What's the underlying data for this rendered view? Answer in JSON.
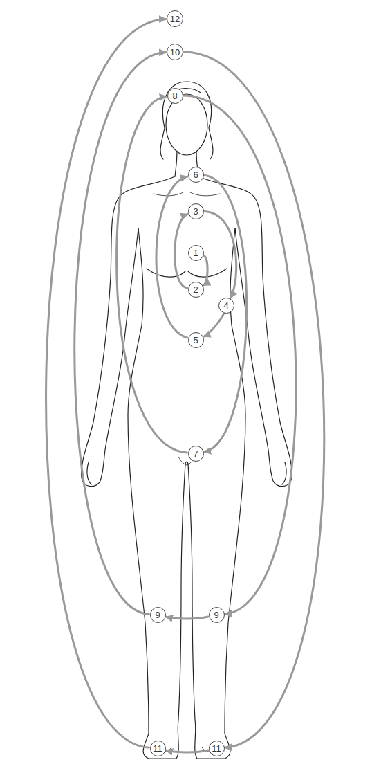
{
  "diagram": {
    "nodes": [
      {
        "text": [
          "12"
        ]
      },
      {
        "text": [
          "10"
        ]
      },
      {
        "text": [
          "8"
        ]
      },
      {
        "text": [
          "6"
        ]
      },
      {
        "text": [
          "3"
        ]
      },
      {
        "text": [
          "1"
        ]
      },
      {
        "text": [
          "2"
        ]
      },
      {
        "text": [
          "4"
        ]
      },
      {
        "text": [
          "5"
        ]
      },
      {
        "text": [
          "7"
        ]
      },
      {
        "text": [
          "9"
        ]
      },
      {
        "text": [
          "9"
        ]
      },
      {
        "text": [
          "11"
        ]
      },
      {
        "text": [
          "11"
        ]
      }
    ],
    "edges": [
      {
        "from": 5,
        "to": 6,
        "arrow": "to"
      },
      {
        "from": 6,
        "to": 4,
        "arrow": "to"
      },
      {
        "from": 4,
        "to": 7,
        "arrow": "to"
      },
      {
        "from": 7,
        "to": 8,
        "arrow": "to"
      },
      {
        "from": 8,
        "to": 3,
        "arrow": "to"
      },
      {
        "from": 3,
        "to": 9,
        "arrow": "to"
      },
      {
        "from": 9,
        "to": 2,
        "arrow": "to"
      },
      {
        "from": 2,
        "to": 11,
        "arrow": "to"
      },
      {
        "from": 11,
        "to": 10,
        "arrow": "to"
      },
      {
        "from": 10,
        "to": 1,
        "arrow": "to"
      },
      {
        "from": 1,
        "to": 13,
        "arrow": "to"
      },
      {
        "from": 13,
        "to": 12,
        "arrow": "to"
      },
      {
        "from": 12,
        "to": 0,
        "arrow": "to"
      }
    ]
  }
}
